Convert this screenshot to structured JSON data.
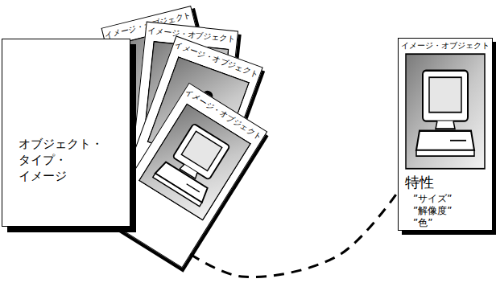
{
  "diagram": {
    "nodes": [
      {
        "text": [
          "オブジェクト・ タイプ・ イメージ"
        ]
      },
      {
        "text": [
          "イメージ・オブジェクト"
        ]
      },
      {
        "text": [
          "イメージ・オブジェクト"
        ]
      },
      {
        "text": [
          "イメージ・オブジェクト"
        ]
      },
      {
        "text": [
          "イメージ・オブジェクト"
        ]
      },
      {
        "text": [
          "イメージ・オブジェクト",
          "特性",
          "”サイズ” ”解像度” ”色”"
        ]
      }
    ],
    "edges": [
      {
        "from": 4,
        "to": 5,
        "arrow": "none"
      }
    ]
  }
}
